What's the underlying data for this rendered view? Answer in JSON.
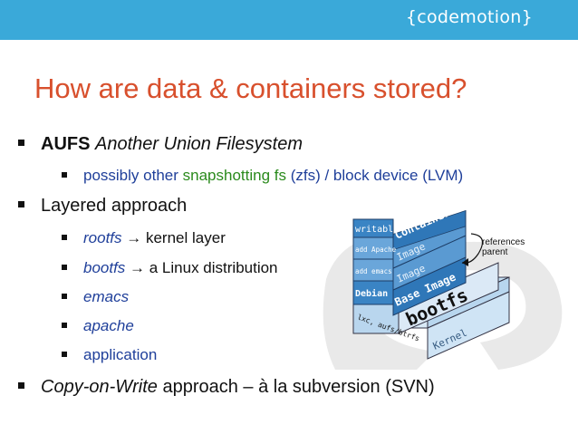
{
  "header": {
    "brand": "{codemotion}",
    "bar_color": "#3aa9d9"
  },
  "slide": {
    "title": "How are data & containers stored?",
    "bullets": {
      "aufs_name": "AUFS",
      "aufs_desc": "Another Union Filesystem",
      "sub1_a": "possibly other ",
      "sub1_b": "snapshotting fs",
      "sub1_c": " (zfs) / block device (LVM)",
      "layered": "Layered approach",
      "rootfs": "rootfs",
      "rootfs_rest": " → kernel layer",
      "bootfs": "bootfs",
      "bootfs_rest": " → a Linux distribution",
      "emacs": "emacs",
      "apache": "apache",
      "application": "application",
      "cow_italic": "Copy-on-Write",
      "cow_rest": " approach – à la subversion (SVN)"
    },
    "diagram": {
      "writable": "writable",
      "container": "Container",
      "add_apache": "add Apache",
      "image1": "Image",
      "add_emacs": "add emacs",
      "image2": "Image",
      "debian": "Debian",
      "base_image": "Base Image",
      "fs_list": "lxc, aufs/btrfs",
      "bootfs": "bootfs",
      "kernel": "Kernel",
      "references": "references",
      "parent": "parent"
    }
  }
}
